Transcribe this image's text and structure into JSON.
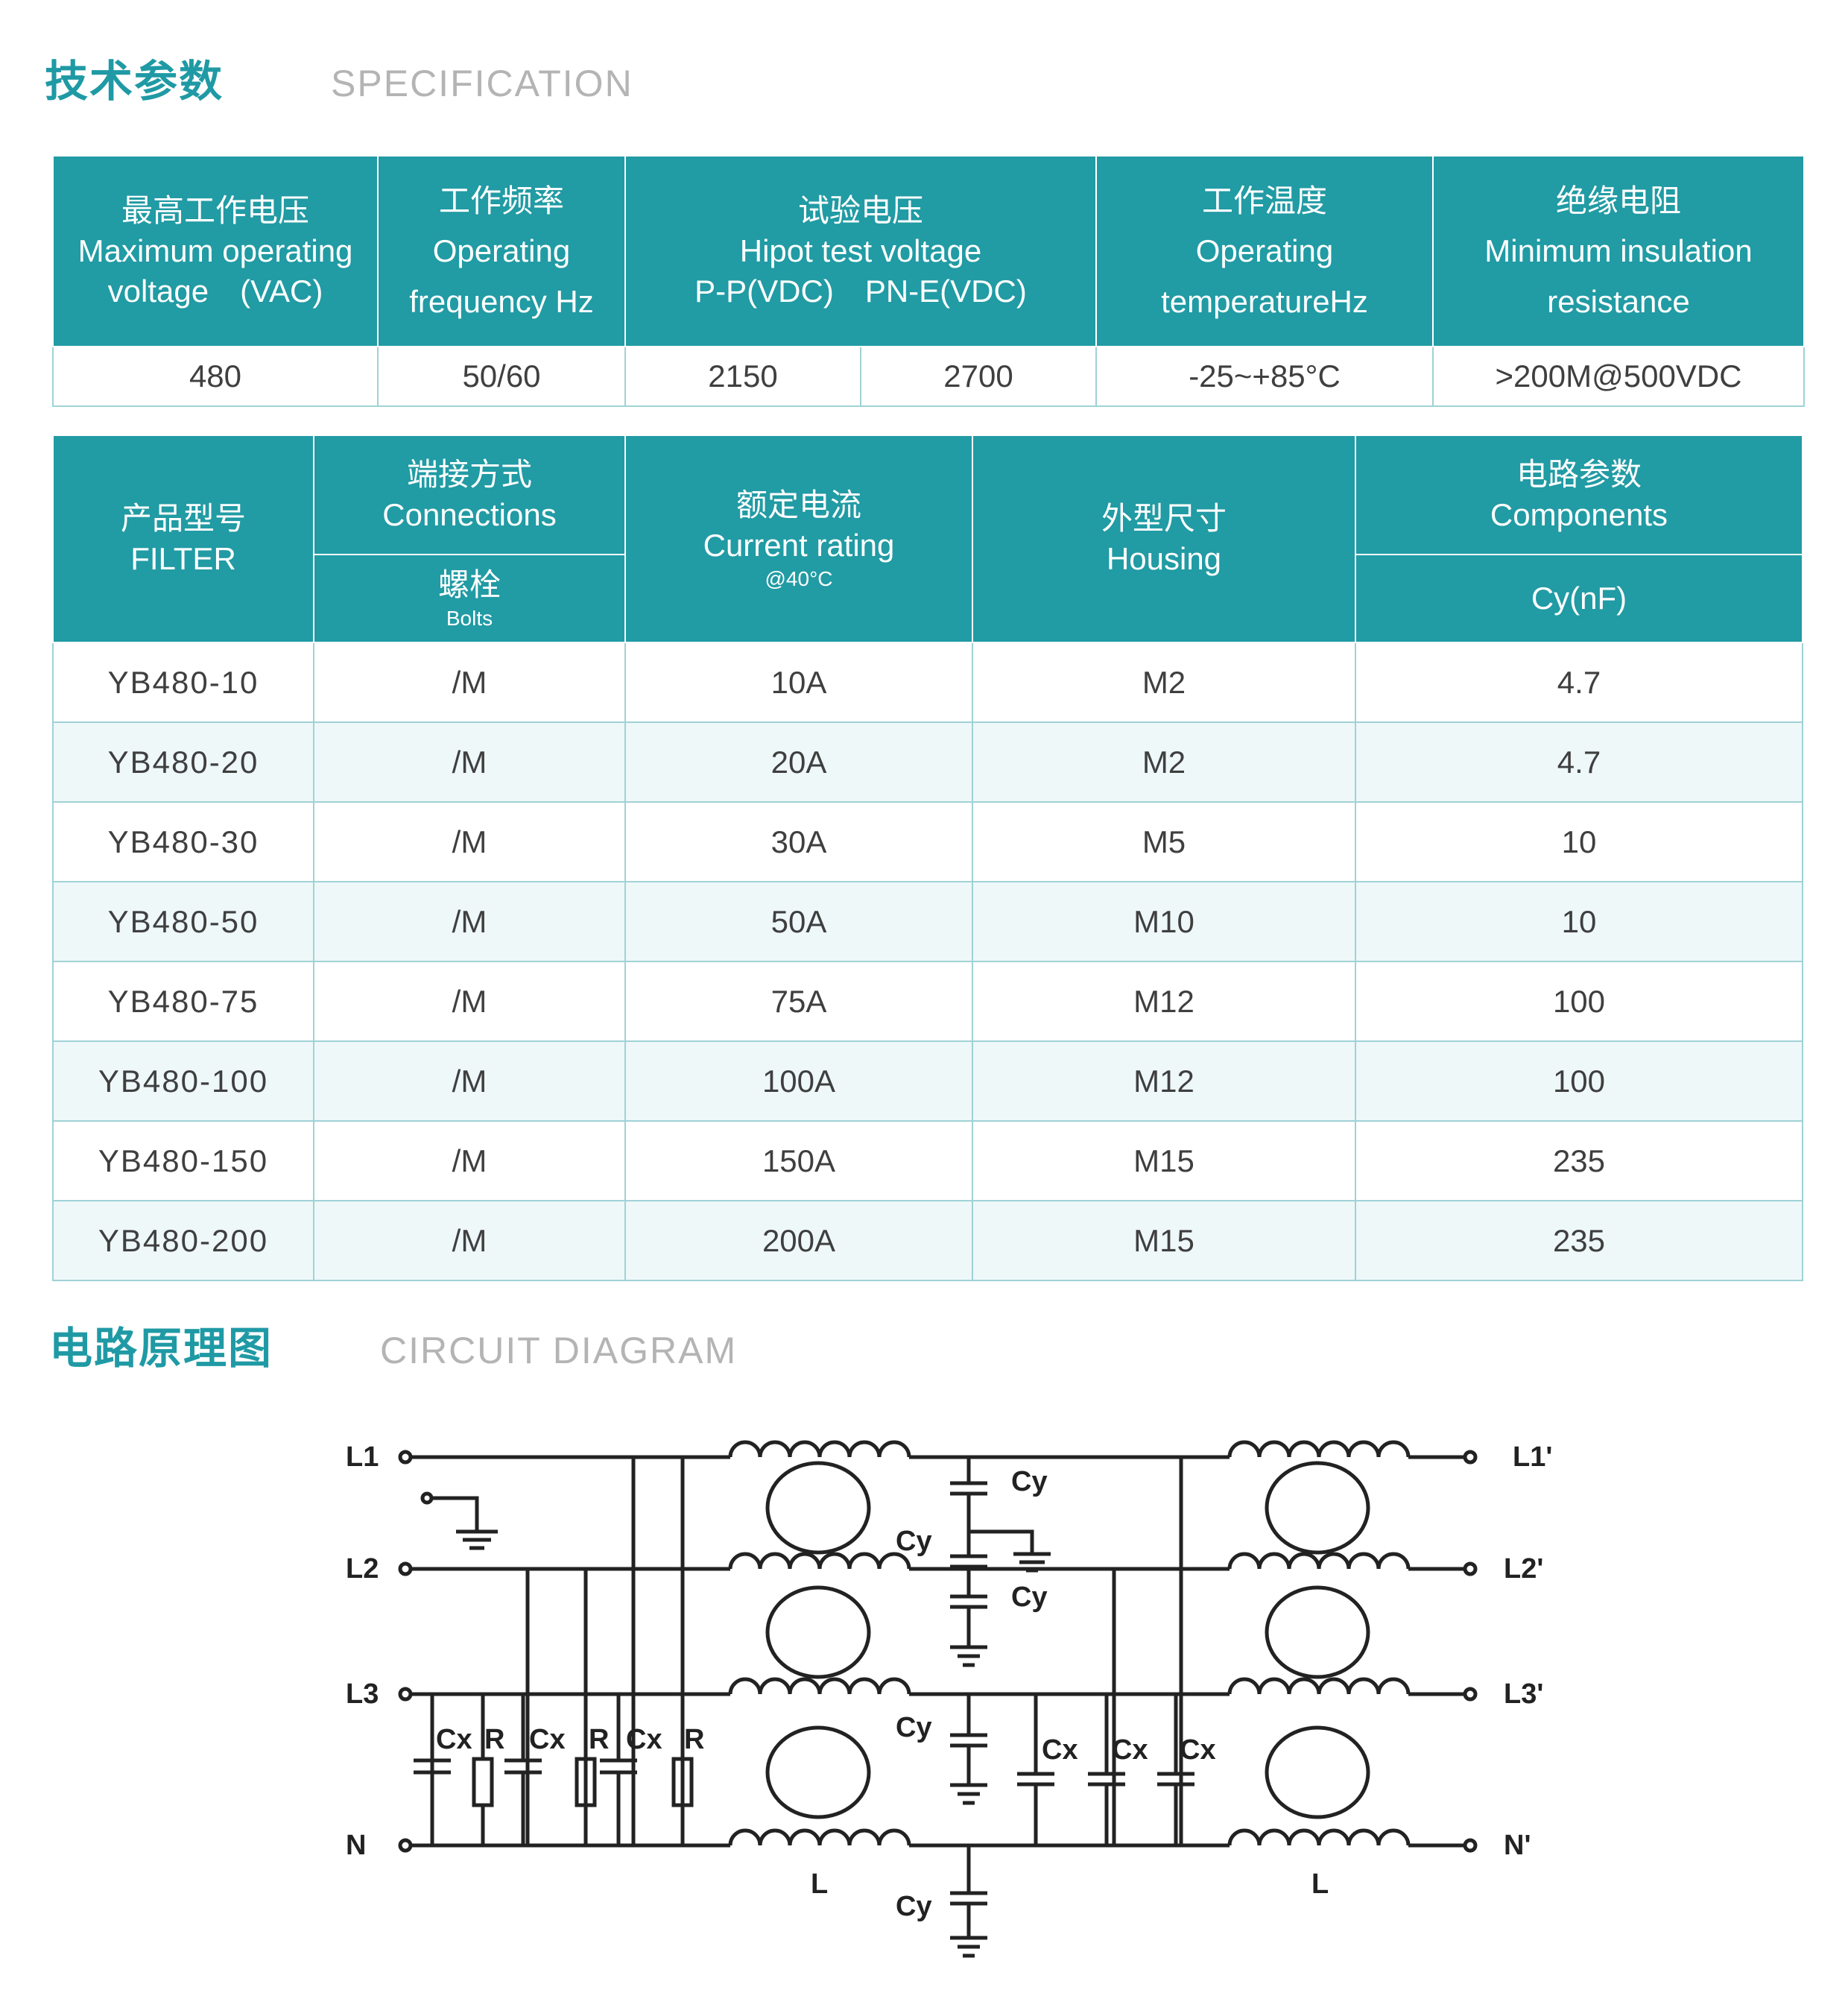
{
  "spec": {
    "title_cn": "技术参数",
    "title_en": "SPECIFICATION",
    "headers": {
      "voltage": {
        "cn": "最高工作电压",
        "en1": "Maximum operating",
        "en2": "voltage　(VAC)"
      },
      "frequency": {
        "cn": "工作频率",
        "en1": "Operating",
        "en2": "frequency Hz"
      },
      "hipot": {
        "cn": "试验电压",
        "en1": "Hipot test voltage",
        "en2": "P-P(VDC)　PN-E(VDC)"
      },
      "temperature": {
        "cn": "工作温度",
        "en1": "Operating",
        "en2": "temperatureHz"
      },
      "insulation": {
        "cn": "绝缘电阻",
        "en1": "Minimum insulation",
        "en2": "resistance"
      }
    },
    "values": {
      "voltage": "480",
      "frequency": "50/60",
      "hipot_pp": "2150",
      "hipot_pne": "2700",
      "temperature": "-25~+85°C",
      "insulation": ">200M@500VDC"
    }
  },
  "models": {
    "headers": {
      "filter": {
        "cn": "产品型号",
        "en": "FILTER"
      },
      "connections": {
        "cn": "端接方式",
        "en": "Connections",
        "sub_cn": "螺栓",
        "sub_en": "Bolts"
      },
      "current": {
        "cn": "额定电流",
        "en": "Current rating",
        "note": "@40°C"
      },
      "housing": {
        "cn": "外型尺寸",
        "en": "Housing"
      },
      "components": {
        "cn": "电路参数",
        "en": "Components",
        "sub": "Cy(nF)"
      }
    },
    "rows": [
      {
        "model": "YB480-10",
        "conn": "/M",
        "current": "10A",
        "housing": "M2",
        "cy": "4.7"
      },
      {
        "model": "YB480-20",
        "conn": "/M",
        "current": "20A",
        "housing": "M2",
        "cy": "4.7"
      },
      {
        "model": "YB480-30",
        "conn": "/M",
        "current": "30A",
        "housing": "M5",
        "cy": "10"
      },
      {
        "model": "YB480-50",
        "conn": "/M",
        "current": "50A",
        "housing": "M10",
        "cy": "10"
      },
      {
        "model": "YB480-75",
        "conn": "/M",
        "current": "75A",
        "housing": "M12",
        "cy": "100"
      },
      {
        "model": "YB480-100",
        "conn": "/M",
        "current": "100A",
        "housing": "M12",
        "cy": "100"
      },
      {
        "model": "YB480-150",
        "conn": "/M",
        "current": "150A",
        "housing": "M15",
        "cy": "235"
      },
      {
        "model": "YB480-200",
        "conn": "/M",
        "current": "200A",
        "housing": "M15",
        "cy": "235"
      }
    ]
  },
  "circuit": {
    "title_cn": "电路原理图",
    "title_en": "CIRCUIT DIAGRAM",
    "labels": {
      "l1": "L1",
      "l2": "L2",
      "l3": "L3",
      "n": "N",
      "l1p": "L1'",
      "l2p": "L2'",
      "l3p": "L3'",
      "np": "N'",
      "cy": "Cy",
      "cx": "Cx",
      "r": "R",
      "l": "L"
    }
  }
}
